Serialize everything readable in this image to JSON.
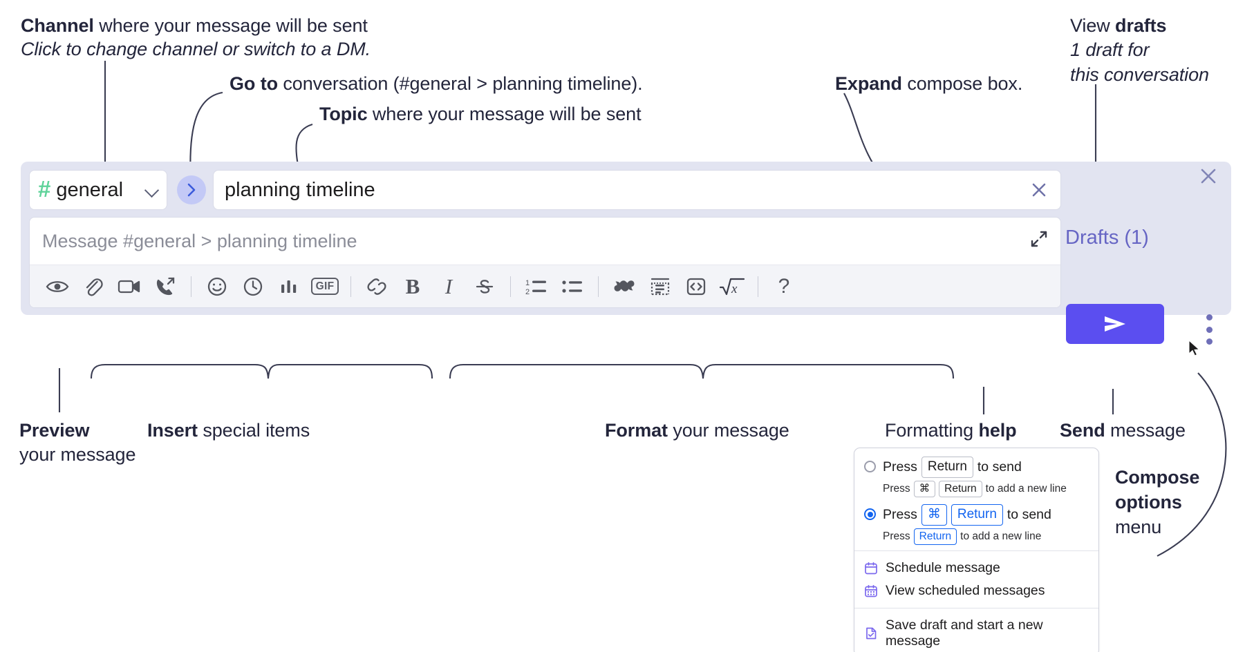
{
  "annotations": {
    "channel": {
      "line1_bold": "Channel",
      "line1_rest": " where your message will be sent",
      "line2": "Click to change channel or switch to a DM."
    },
    "goto": {
      "bold": "Go to",
      "rest": " conversation (#general > planning timeline)."
    },
    "topic": {
      "bold": "Topic",
      "rest": " where your message will be sent"
    },
    "expand": {
      "bold": "Expand",
      "rest": " compose box."
    },
    "drafts": {
      "line1_rest": "View ",
      "line1_bold": "drafts",
      "line2": "1 draft for",
      "line3": "this conversation"
    },
    "preview": {
      "bold": "Preview",
      "line2": "your message"
    },
    "insert": {
      "bold": "Insert",
      "rest": " special items"
    },
    "format": {
      "bold": "Format",
      "rest": " your message"
    },
    "help": {
      "rest": "Formatting ",
      "bold": "help"
    },
    "send": {
      "bold": "Send",
      "rest": " message"
    },
    "compose_options": {
      "line1": "Compose",
      "line2": "options",
      "line3": "menu"
    }
  },
  "compose": {
    "channel_name": "general",
    "channel_hash": "#",
    "topic_value": "planning timeline",
    "message_placeholder": "Message #general > planning timeline",
    "drafts_label": "Drafts (1)",
    "help_glyph": "?",
    "gif_label": "GIF",
    "bold_glyph": "B",
    "italic_glyph": "I",
    "toolbar_icons": [
      "preview-eye-icon",
      "attachment-paperclip-icon",
      "video-camera-icon",
      "call-forward-icon",
      "emoji-smiley-icon",
      "schedule-clock-icon",
      "poll-bars-icon",
      "gif-icon",
      "link-icon",
      "bold-icon",
      "italic-icon",
      "strikethrough-icon",
      "ordered-list-icon",
      "bulleted-list-icon",
      "blockquote-icon",
      "code-block-icon",
      "code-snippet-icon",
      "math-formula-icon",
      "formatting-help-icon"
    ]
  },
  "menu": {
    "option1": {
      "press": "Press",
      "key": "Return",
      "tail": "to send",
      "sub_press": "Press",
      "sub_key1": "⌘",
      "sub_key2": "Return",
      "sub_tail": "to add a new line",
      "selected": false
    },
    "option2": {
      "press": "Press",
      "key1": "⌘",
      "key2": "Return",
      "tail": "to send",
      "sub_press": "Press",
      "sub_key": "Return",
      "sub_tail": "to add a new line",
      "selected": true
    },
    "items": [
      {
        "label": "Schedule message",
        "icon": "calendar-clock-icon"
      },
      {
        "label": "View scheduled messages",
        "icon": "calendar-grid-icon"
      },
      {
        "label": "Save draft and start a new message",
        "icon": "document-check-icon"
      }
    ]
  },
  "colors": {
    "accent_purple": "#5b4ef0",
    "panel_bg": "#e2e4f1",
    "hash_green": "#5fd39a",
    "go_blue": "#3b5bdb",
    "drafts_text": "#6665c4",
    "key_blue": "#1264f0",
    "ink": "#23253b"
  }
}
